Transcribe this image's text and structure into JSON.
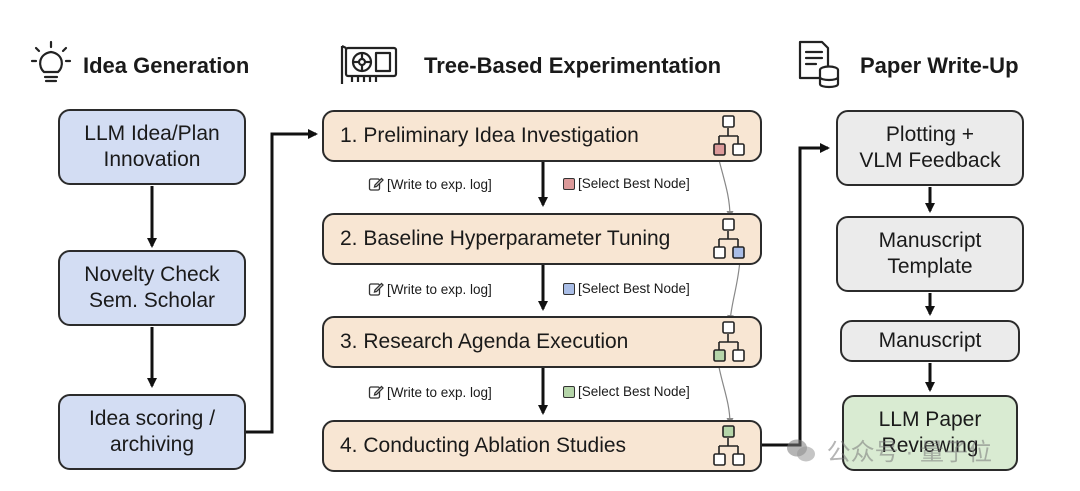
{
  "columns": {
    "idea_generation": {
      "title": "Idea Generation",
      "icon": "lightbulb-icon"
    },
    "tree_experimentation": {
      "title": "Tree-Based Experimentation",
      "icon": "gpu-card-icon"
    },
    "paper_writeup": {
      "title": "Paper Write-Up",
      "icon": "document-database-icon"
    }
  },
  "idea_boxes": [
    {
      "label": "LLM Idea/Plan\nInnovation",
      "color": "#d3ddf3"
    },
    {
      "label": "Novelty Check\nSem. Scholar",
      "color": "#d3ddf3"
    },
    {
      "label": "Idea scoring /\narchiving",
      "color": "#d3ddf3"
    }
  ],
  "stages": [
    {
      "label": "1.  Preliminary Idea Investigation",
      "color": "#f8e6d3",
      "tree_highlight": "#dc9a9a"
    },
    {
      "label": "2.  Baseline Hyperparameter Tuning",
      "color": "#f8e6d3",
      "tree_highlight": "#a9bde6"
    },
    {
      "label": "3.  Research Agenda Execution",
      "color": "#f8e6d3",
      "tree_highlight": "#b5d5a9"
    },
    {
      "label": "4.  Conducting Ablation Studies",
      "color": "#f8e6d3",
      "tree_highlight": "#b5d5a9"
    }
  ],
  "annotations": [
    {
      "log": "[Write to exp. log]",
      "select": "[Select Best Node]",
      "square_color": "#dc9a9a"
    },
    {
      "log": "[Write to exp. log]",
      "select": "[Select Best Node]",
      "square_color": "#a9bde6"
    },
    {
      "log": "[Write to exp. log]",
      "select": "[Select Best Node]",
      "square_color": "#b5d5a9"
    }
  ],
  "paper_boxes": [
    {
      "label": "Plotting +\nVLM Feedback",
      "color": "#ebebeb"
    },
    {
      "label": "Manuscript\nTemplate",
      "color": "#ebebeb"
    },
    {
      "label": "Manuscript",
      "color": "#ebebeb"
    },
    {
      "label": "LLM Paper\nReviewing",
      "color": "#d9ebd2"
    }
  ],
  "watermark": "公众号 · 量子位"
}
